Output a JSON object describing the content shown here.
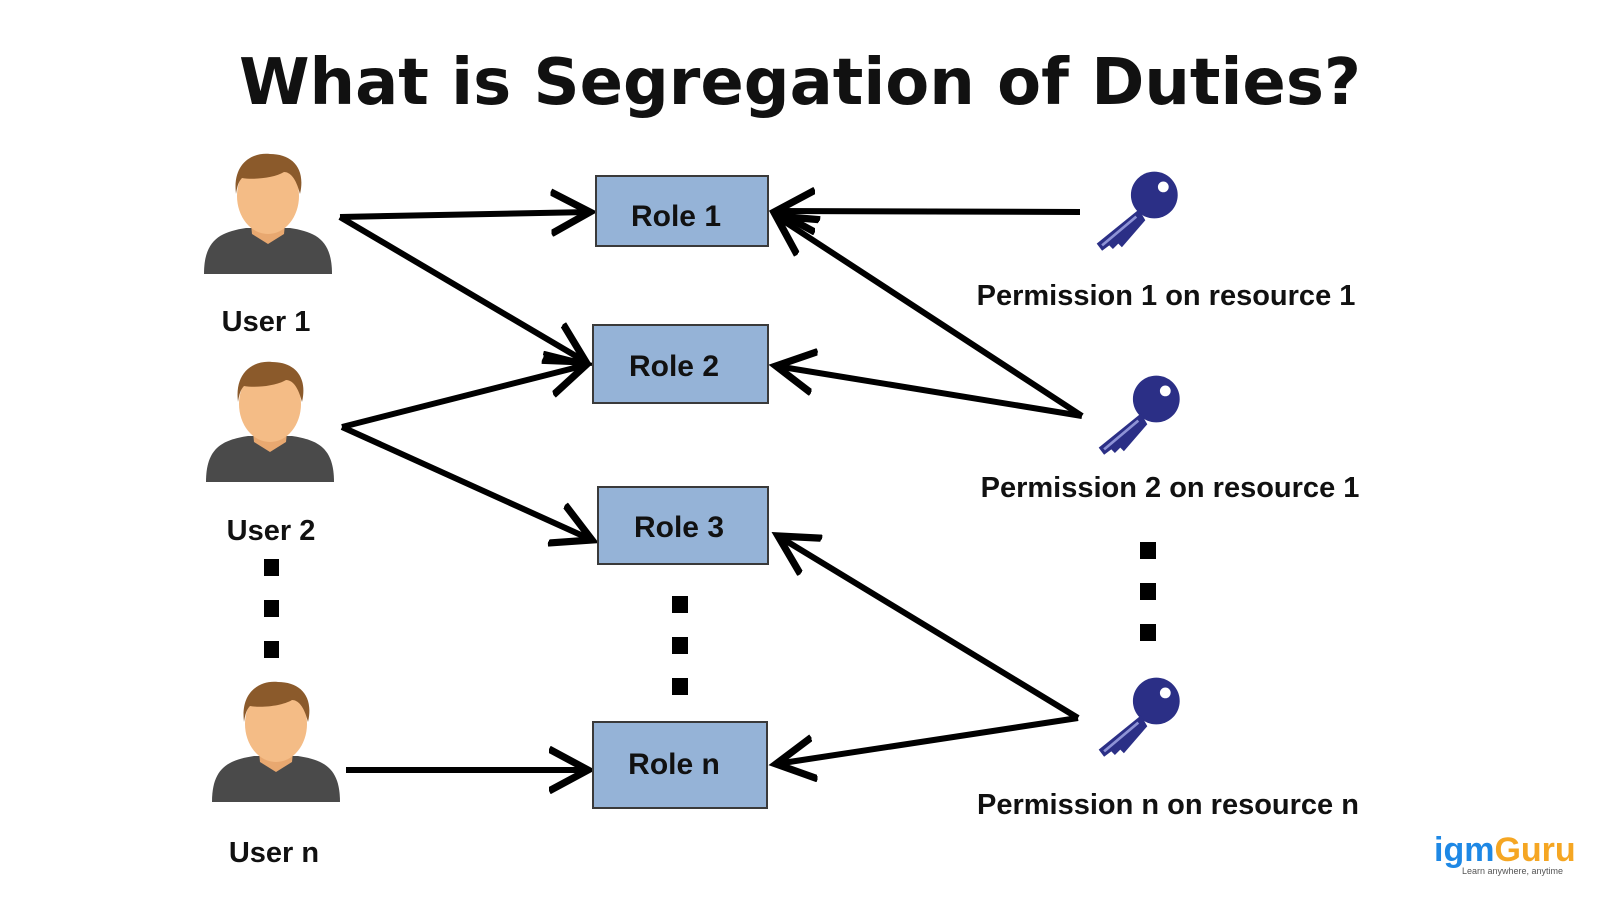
{
  "title": "What is Segregation of Duties?",
  "users": [
    {
      "label": "User 1"
    },
    {
      "label": "User 2"
    },
    {
      "label": "User n"
    }
  ],
  "roles": [
    {
      "label": "Role 1"
    },
    {
      "label": "Role 2"
    },
    {
      "label": "Role 3"
    },
    {
      "label": "Role n"
    }
  ],
  "permissions": [
    {
      "label": "Permission 1 on resource 1"
    },
    {
      "label": "Permission 2 on resource 1"
    },
    {
      "label": "Permission n on resource n"
    }
  ],
  "connections": {
    "user_to_role": [
      [
        "User 1",
        "Role 1"
      ],
      [
        "User 1",
        "Role 2"
      ],
      [
        "User 2",
        "Role 2"
      ],
      [
        "User 2",
        "Role 3"
      ],
      [
        "User n",
        "Role n"
      ]
    ],
    "permission_to_role": [
      [
        "Permission 1 on resource 1",
        "Role 1"
      ],
      [
        "Permission 2 on resource 1",
        "Role 1"
      ],
      [
        "Permission 2 on resource 1",
        "Role 2"
      ],
      [
        "Permission n on resource n",
        "Role 3"
      ],
      [
        "Permission n on resource n",
        "Role n"
      ]
    ]
  },
  "icons": {
    "user": "user-avatar-icon",
    "permission": "key-icon"
  },
  "colors": {
    "role_fill": "#95b3d7",
    "key": "#2b2f86",
    "logo_img": "#1e88e5",
    "logo_guru": "#f5a623"
  },
  "logo": {
    "part1": "igm",
    "part2": "Guru",
    "tagline": "Learn anywhere, anytime"
  }
}
